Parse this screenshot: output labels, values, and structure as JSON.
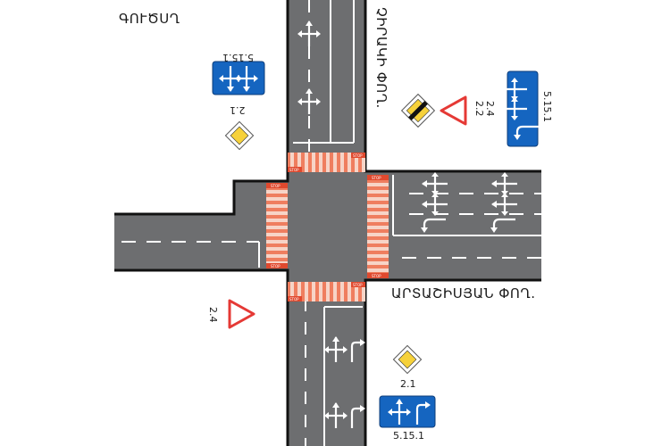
{
  "streets": {
    "north": "ՉԻՐԱԿԻ ՓՈՂ.",
    "east": "ԱՐՏԱՇԻՍՅԱՆ ՓՈՂ.",
    "west": "ԳՈՒԾՍՂ"
  },
  "crosswalk_marking": "STOP",
  "signs": [
    {
      "id": "nw-lanes",
      "code": "5.15.1",
      "type": "lane-directions"
    },
    {
      "id": "nw-main-road",
      "code": "2.1",
      "type": "main-road"
    },
    {
      "id": "ne-main-road-end",
      "code": "2.2",
      "type": "end-of-main-road"
    },
    {
      "id": "ne-yield",
      "code": "2.4",
      "type": "yield"
    },
    {
      "id": "ne-lanes",
      "code": "5.15.1",
      "type": "lane-directions"
    },
    {
      "id": "sw-yield",
      "code": "2.4",
      "type": "yield"
    },
    {
      "id": "se-main-road",
      "code": "2.1",
      "type": "main-road"
    },
    {
      "id": "se-lanes",
      "code": "5.15.1",
      "type": "lane-directions"
    }
  ],
  "colors": {
    "asphalt": "#6d6e70",
    "curb": "#111111",
    "lane_marking": "#ffffff",
    "crosswalk_stripe": "#f2a58f",
    "crosswalk_edge": "#e0492e",
    "sign_blue": "#1565c0",
    "sign_red": "#e53935",
    "main_road_yellow": "#f6d13a"
  }
}
